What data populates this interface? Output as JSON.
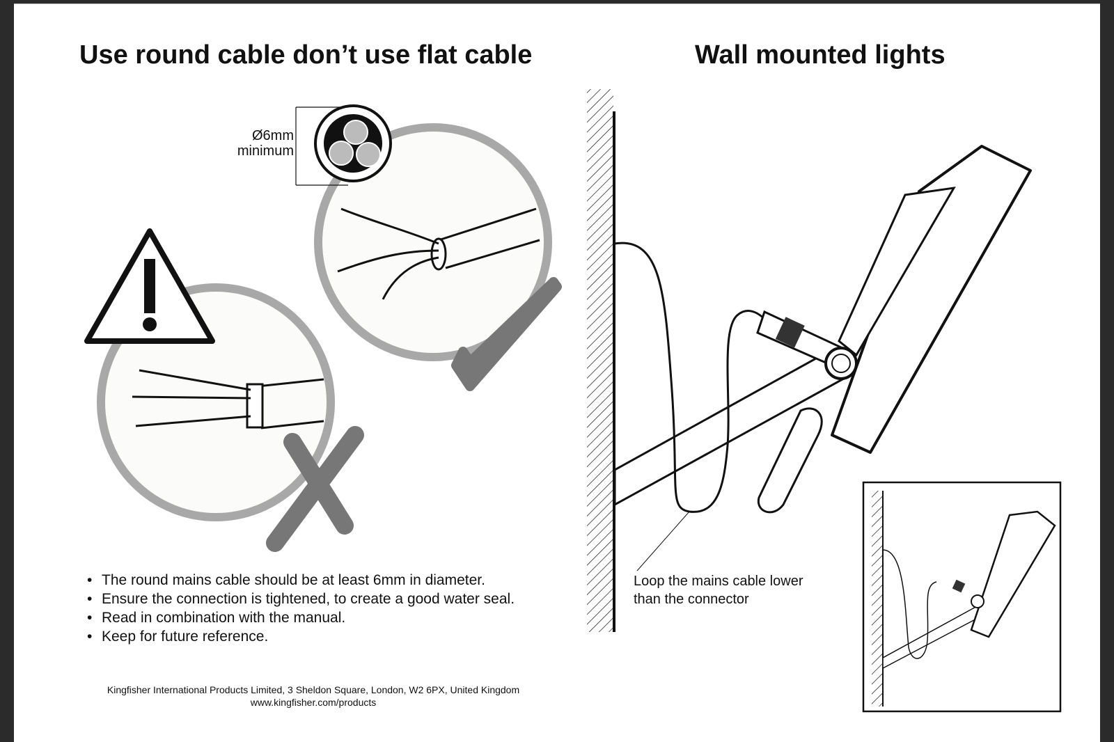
{
  "left_section": {
    "title": "Use round cable don’t use flat cable",
    "dimension_value": "Ø6mm",
    "dimension_note": "minimum",
    "bullets": [
      "The round mains cable should be at least 6mm in diameter.",
      "Ensure the connection is tightened, to create a good water seal.",
      "Read in combination with the manual.",
      "Keep for future reference."
    ],
    "footer_address": "Kingfisher International Products Limited, 3 Sheldon Square, London, W2 6PX, United Kingdom",
    "footer_url": "www.kingfisher.com/products"
  },
  "right_section": {
    "title": "Wall mounted lights",
    "caption_line1": "Loop the mains cable lower",
    "caption_line2": "than the connector"
  },
  "colors": {
    "viewer_bg": "#2b2b2b",
    "page": "#ffffff",
    "circle_ring": "#a8a8a8",
    "mark": "#777777"
  }
}
